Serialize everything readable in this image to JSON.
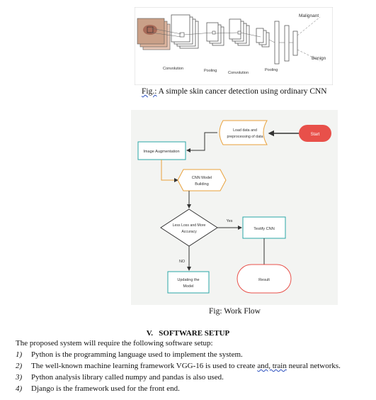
{
  "figure1": {
    "labels": {
      "malignant": "Malignant",
      "benign": "Benign",
      "convolution1": "Convolution",
      "pooling1": "Pooling",
      "convolution2": "Convolution",
      "pooling2": "Pooling"
    },
    "caption_prefix": "Fig.:",
    "caption_text": " A simple skin cancer detection using ordinary CNN"
  },
  "workflow": {
    "start": "Start",
    "load_data_line1": "Load data and",
    "load_data_line2": "preprocessing of data",
    "image_augmentation": "Image Augmentation",
    "cnn_line1": "CNN Model",
    "cnn_line2": "Building",
    "decision_line1": "Less Loss and More",
    "decision_line2": "Accuracy",
    "yes": "Yes",
    "no": "NO",
    "testify": "Testify CNN",
    "updating_line1": "Updating the",
    "updating_line2": "Model",
    "result": "Result",
    "caption": "Fig: Work Flow"
  },
  "section": {
    "heading": "V.   SOFTWARE SETUP",
    "intro": "The proposed system will require the following software setup:",
    "items": [
      {
        "num": "1)",
        "text": "Python is the programming language used to implement the system."
      },
      {
        "num": "2)",
        "text_a": "The well-known machine learning framework VGG-16  is used to create ",
        "text_b": "and, train",
        "text_c": " neural networks."
      },
      {
        "num": "3)",
        "text": "Python  analysis library called numpy and pandas is also used."
      },
      {
        "num": "4)",
        "text": "Django is the framework used for the front end."
      }
    ]
  }
}
